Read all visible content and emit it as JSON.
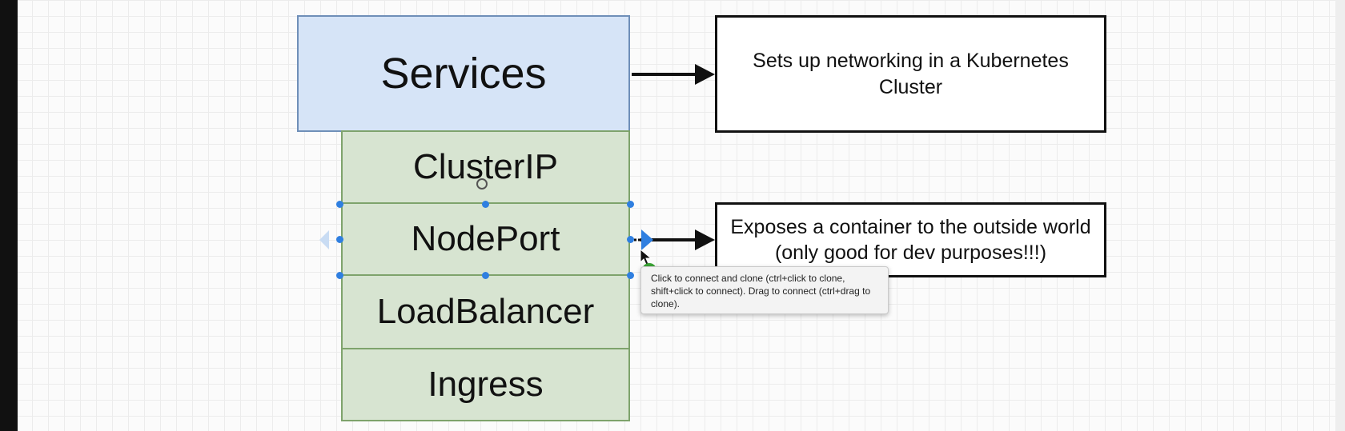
{
  "diagram": {
    "services": {
      "label": "Services"
    },
    "service_types": [
      {
        "label": "ClusterIP"
      },
      {
        "label": "NodePort"
      },
      {
        "label": "LoadBalancer"
      },
      {
        "label": "Ingress"
      }
    ],
    "descriptions": {
      "services": "Sets up networking in a Kubernetes Cluster",
      "nodeport": "Exposes a container to the outside world (only good for dev purposes!!!)"
    },
    "tooltip": {
      "text": "Click to connect and clone (ctrl+click to clone, shift+click to connect). Drag to connect (ctrl+drag to clone)."
    }
  },
  "colors": {
    "services_fill": "#d6e4f7",
    "services_border": "#6f8fb8",
    "types_fill": "#d7e4d1",
    "types_border": "#7ea36c",
    "selection_handle": "#2f7fe0",
    "connect_plus": "#3aa335"
  },
  "icons": {
    "connect": "plus-circle-icon",
    "direction": "triangle-arrow-icon",
    "cursor": "pointer-icon"
  }
}
